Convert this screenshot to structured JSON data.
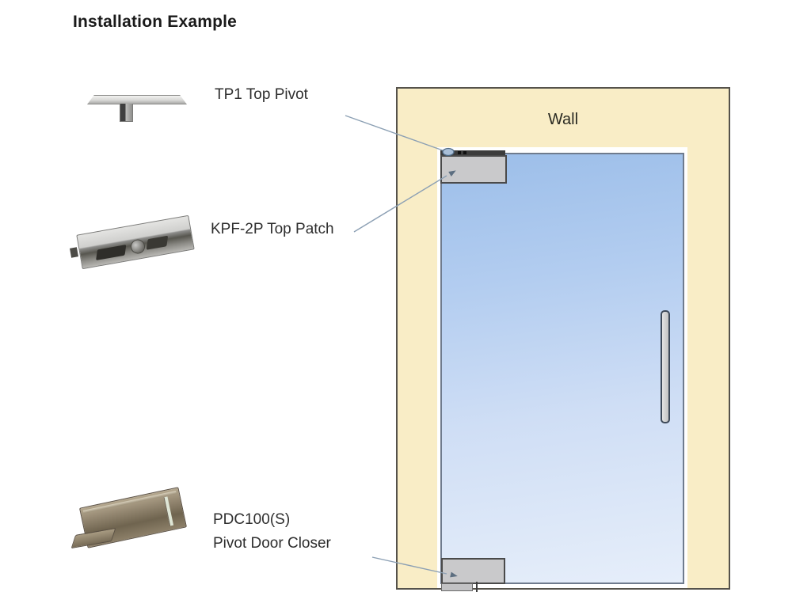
{
  "title": "Installation Example",
  "parts": [
    {
      "id": "tp1",
      "label": "TP1 Top Pivot",
      "icon": "top-pivot-bracket-icon"
    },
    {
      "id": "kpf2p",
      "label": "KPF-2P Top Patch",
      "icon": "top-patch-fitting-icon"
    },
    {
      "id": "pdc100",
      "label_line1": "PDC100(S)",
      "label_line2": "Pivot Door Closer",
      "icon": "pivot-door-closer-icon"
    }
  ],
  "door_diagram": {
    "wall_label": "Wall"
  },
  "colors": {
    "wall_fill": "#F9EDC6",
    "wall_border": "#55524B",
    "glass_top": "#9CBEE9",
    "glass_bottom": "#E6EEFA",
    "glass_border": "#6F7B8D",
    "hardware_fill": "#C9C9CB",
    "hardware_border": "#4A4A4A",
    "handle_fill": "#D2D2D2",
    "handle_border": "#3E4A5A",
    "pivot_marker_fill": "#A9BFD8",
    "leader_line": "#8CA0B4",
    "title_text": "#1A1A1A"
  }
}
